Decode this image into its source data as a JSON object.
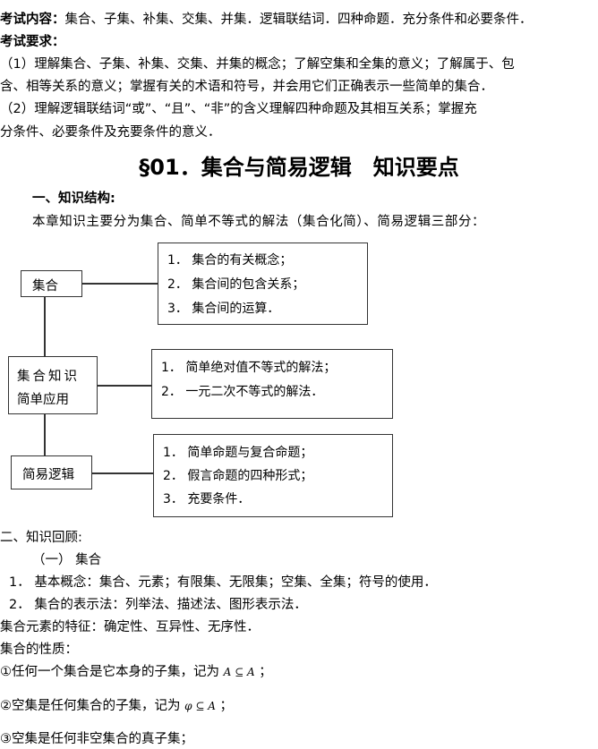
{
  "header": {
    "exam_content_label": "考试内容：",
    "exam_content_text": "集合、子集、补集、交集、并集．逻辑联结词．四种命题．充分条件和必要条件．",
    "exam_req_label": "考试要求：",
    "req1_line1": "（1）理解集合、子集、补集、交集、并集的概念；了解空集和全集的意义；了解属于、包",
    "req1_line2": "含、相等关系的意义；掌握有关的术语和符号，并会用它们正确表示一些简单的集合．",
    "req2_line1": "（2）理解逻辑联结词“或”、“且”、“非”的含义理解四种命题及其相互关系；掌握充",
    "req2_line2": "分条件、必要条件及充要条件的意义．"
  },
  "section_title": "§01．集合与简易逻辑　知识要点",
  "part1": {
    "heading": "一、知识结构:",
    "intro": "本章知识主要分为集合、简单不等式的解法（集合化简）、简易逻辑三部分："
  },
  "diagram": {
    "node_set": "集合",
    "node_app_line1": "集合知识",
    "node_app_line2": "简单应用",
    "node_logic": "简易逻辑",
    "box1": [
      "1．  集合的有关概念；",
      "2．  集合间的包含关系；",
      "3．  集合间的运算．"
    ],
    "box2": [
      "1．  简单绝对值不等式的解法；",
      "2．  一元二次不等式的解法．"
    ],
    "box3": [
      "1．  简单命题与复合命题；",
      "2．  假言命题的四种形式；",
      "3．  充要条件．"
    ]
  },
  "part2": {
    "heading": "二、知识回顾:",
    "sub1": "（一）  集合",
    "item1": "1．  基本概念：集合、元素；有限集、无限集；空集、全集；符号的使用．",
    "item2": "2．  集合的表示法：列举法、描述法、图形表示法．",
    "features": "集合元素的特征：确定性、互异性、无序性．",
    "props_heading": "集合的性质：",
    "prop1_text": "①任何一个集合是它本身的子集，记为",
    "prop1_math": "A ⊆ A",
    "prop1_end": "；",
    "prop2_text": "②空集是任何集合的子集，记为",
    "prop2_math": "φ ⊆ A",
    "prop2_end": "；",
    "prop3_text": "③空集是任何非空集合的真子集；"
  }
}
